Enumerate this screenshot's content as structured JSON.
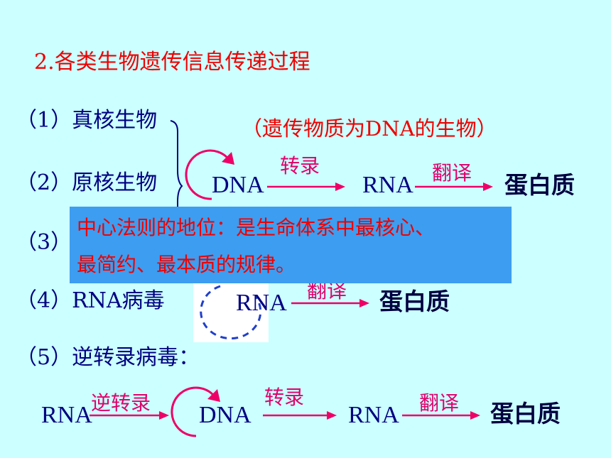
{
  "title": "2.各类生物遗传信息传递过程",
  "organisms": [
    {
      "label": "（1）真核生物"
    },
    {
      "label": "（2）原核生物"
    },
    {
      "label": "（3）D"
    },
    {
      "label": "（4）RNA病毒"
    },
    {
      "label": "（5）逆转录病毒："
    }
  ],
  "note": "（遗传物质为DNA的生物）",
  "flow_cellular": {
    "dna": "DNA",
    "transcription": "转录",
    "rna": "RNA",
    "translation": "翻译",
    "protein": "蛋白质"
  },
  "flow_rna_virus": {
    "rna": "RNA",
    "translation": "翻译",
    "protein": "蛋白质"
  },
  "flow_retrovirus": {
    "rna": "RNA",
    "reverse_transcription": "逆转录",
    "dna": "DNA",
    "transcription": "转录",
    "rna2": "RNA",
    "translation": "翻译",
    "protein": "蛋白质"
  },
  "popup": {
    "line1": "中心法则的地位：是生命体系中最核心、",
    "line2": "最简约、最本质的规律。"
  },
  "colors": {
    "background": "#ccffff",
    "arrow": "#ee0066",
    "loop": "#ee0066",
    "dashed_loop": "#1f3fcc",
    "popup": "#3d9df0"
  }
}
